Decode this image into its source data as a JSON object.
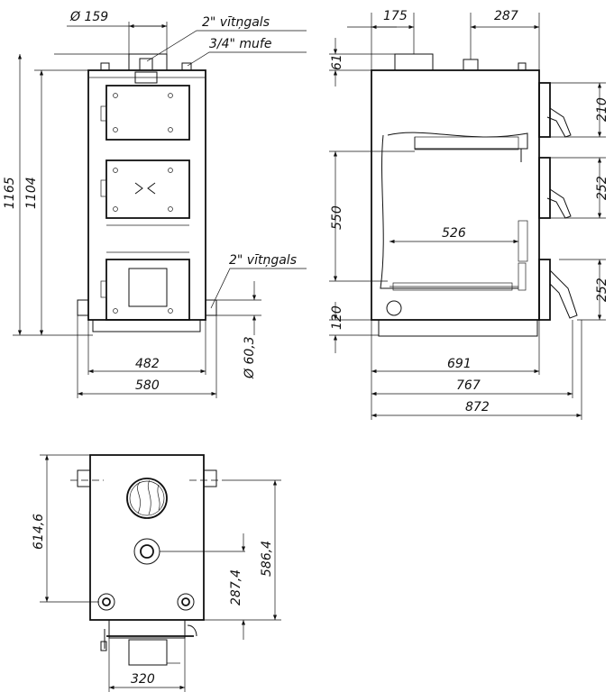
{
  "front_view": {
    "flue_diameter": "Ø 159",
    "callout_top_pipe": "2\" vītņgals",
    "callout_mufe": "3/4\" mufe",
    "callout_side_pipe": "2\" vītņgals",
    "dim_total_height": "1165",
    "dim_body_height": "1104",
    "dim_body_width": "482",
    "dim_total_width": "580",
    "dim_side_pipe": "Ø 60,3"
  },
  "side_view": {
    "dim_flue_offset": "175",
    "dim_pipe_offset": "287",
    "dim_pipe_height": "61",
    "dim_chamber_height": "550",
    "dim_base_height": "120",
    "dim_chamber_depth": "526",
    "dim_body_depth": "691",
    "dim_depth_with_doors": "767",
    "dim_total_depth": "872",
    "dim_door_1": "210",
    "dim_door_2": "252",
    "dim_door_3": "252"
  },
  "top_view": {
    "dim_pipe_spacing": "614,6",
    "dim_depth": "586,4",
    "dim_center_offset": "287,4",
    "dim_ashbox_width": "320"
  }
}
